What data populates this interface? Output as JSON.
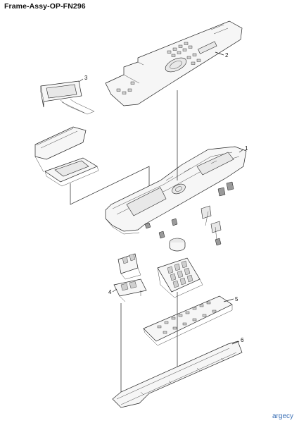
{
  "header": {
    "title": "Frame-Assy-OP-FN296"
  },
  "callouts": [
    {
      "id": "1",
      "label": "1"
    },
    {
      "id": "2",
      "label": "2"
    },
    {
      "id": "3",
      "label": "3"
    },
    {
      "id": "4",
      "label": "4"
    },
    {
      "id": "5",
      "label": "5"
    },
    {
      "id": "6",
      "label": "6"
    }
  ],
  "footer": {
    "watermark": "argecy"
  }
}
